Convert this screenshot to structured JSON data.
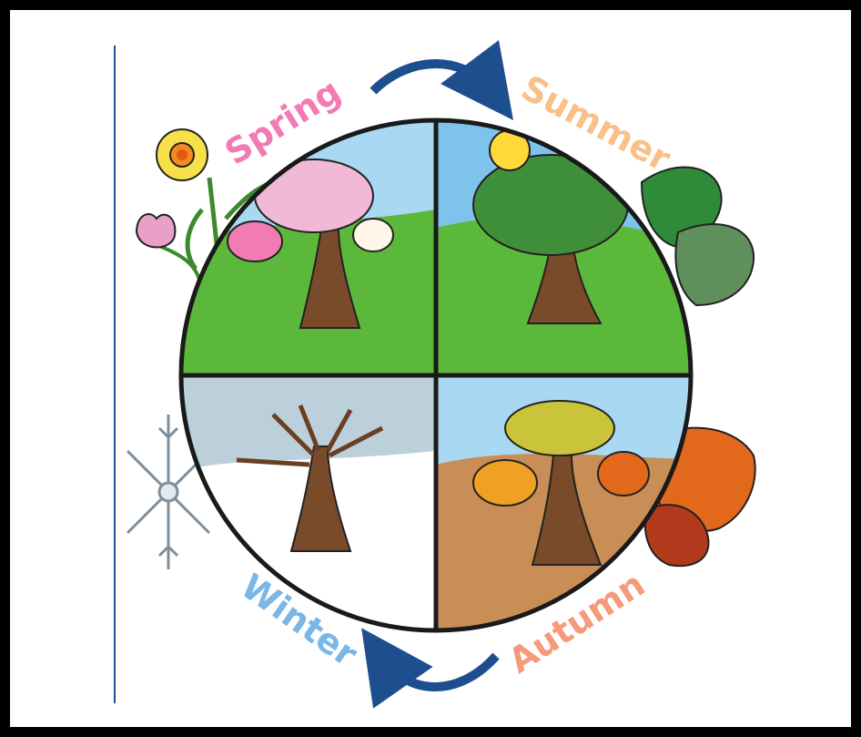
{
  "seasons": {
    "spring": {
      "label": "Spring",
      "color": "#f27bb4"
    },
    "summer": {
      "label": "Summer",
      "color": "#f9c08a"
    },
    "autumn": {
      "label": "Autumn",
      "color": "#f59b7c"
    },
    "winter": {
      "label": "Winter",
      "color": "#7ab6e6"
    }
  },
  "arrows": [
    {
      "name": "cycle-arrow-top",
      "direction": "clockwise"
    },
    {
      "name": "cycle-arrow-bottom",
      "direction": "clockwise"
    }
  ],
  "colors": {
    "frame": "#000000",
    "margin_line": "#1f4e9a",
    "arrow": "#1d4f8f",
    "grass": "#5cb83a",
    "sky": "#a9d8f2",
    "trunk": "#7a4b2a",
    "winter_sky": "#bcd0dc",
    "autumn_ground": "#c98d56"
  },
  "icons": [
    "daffodil-icon",
    "tulip-icon",
    "sun-icon",
    "oak-leaf-icon",
    "maple-leaf-icon",
    "snowflake-icon",
    "arrow-icon"
  ]
}
